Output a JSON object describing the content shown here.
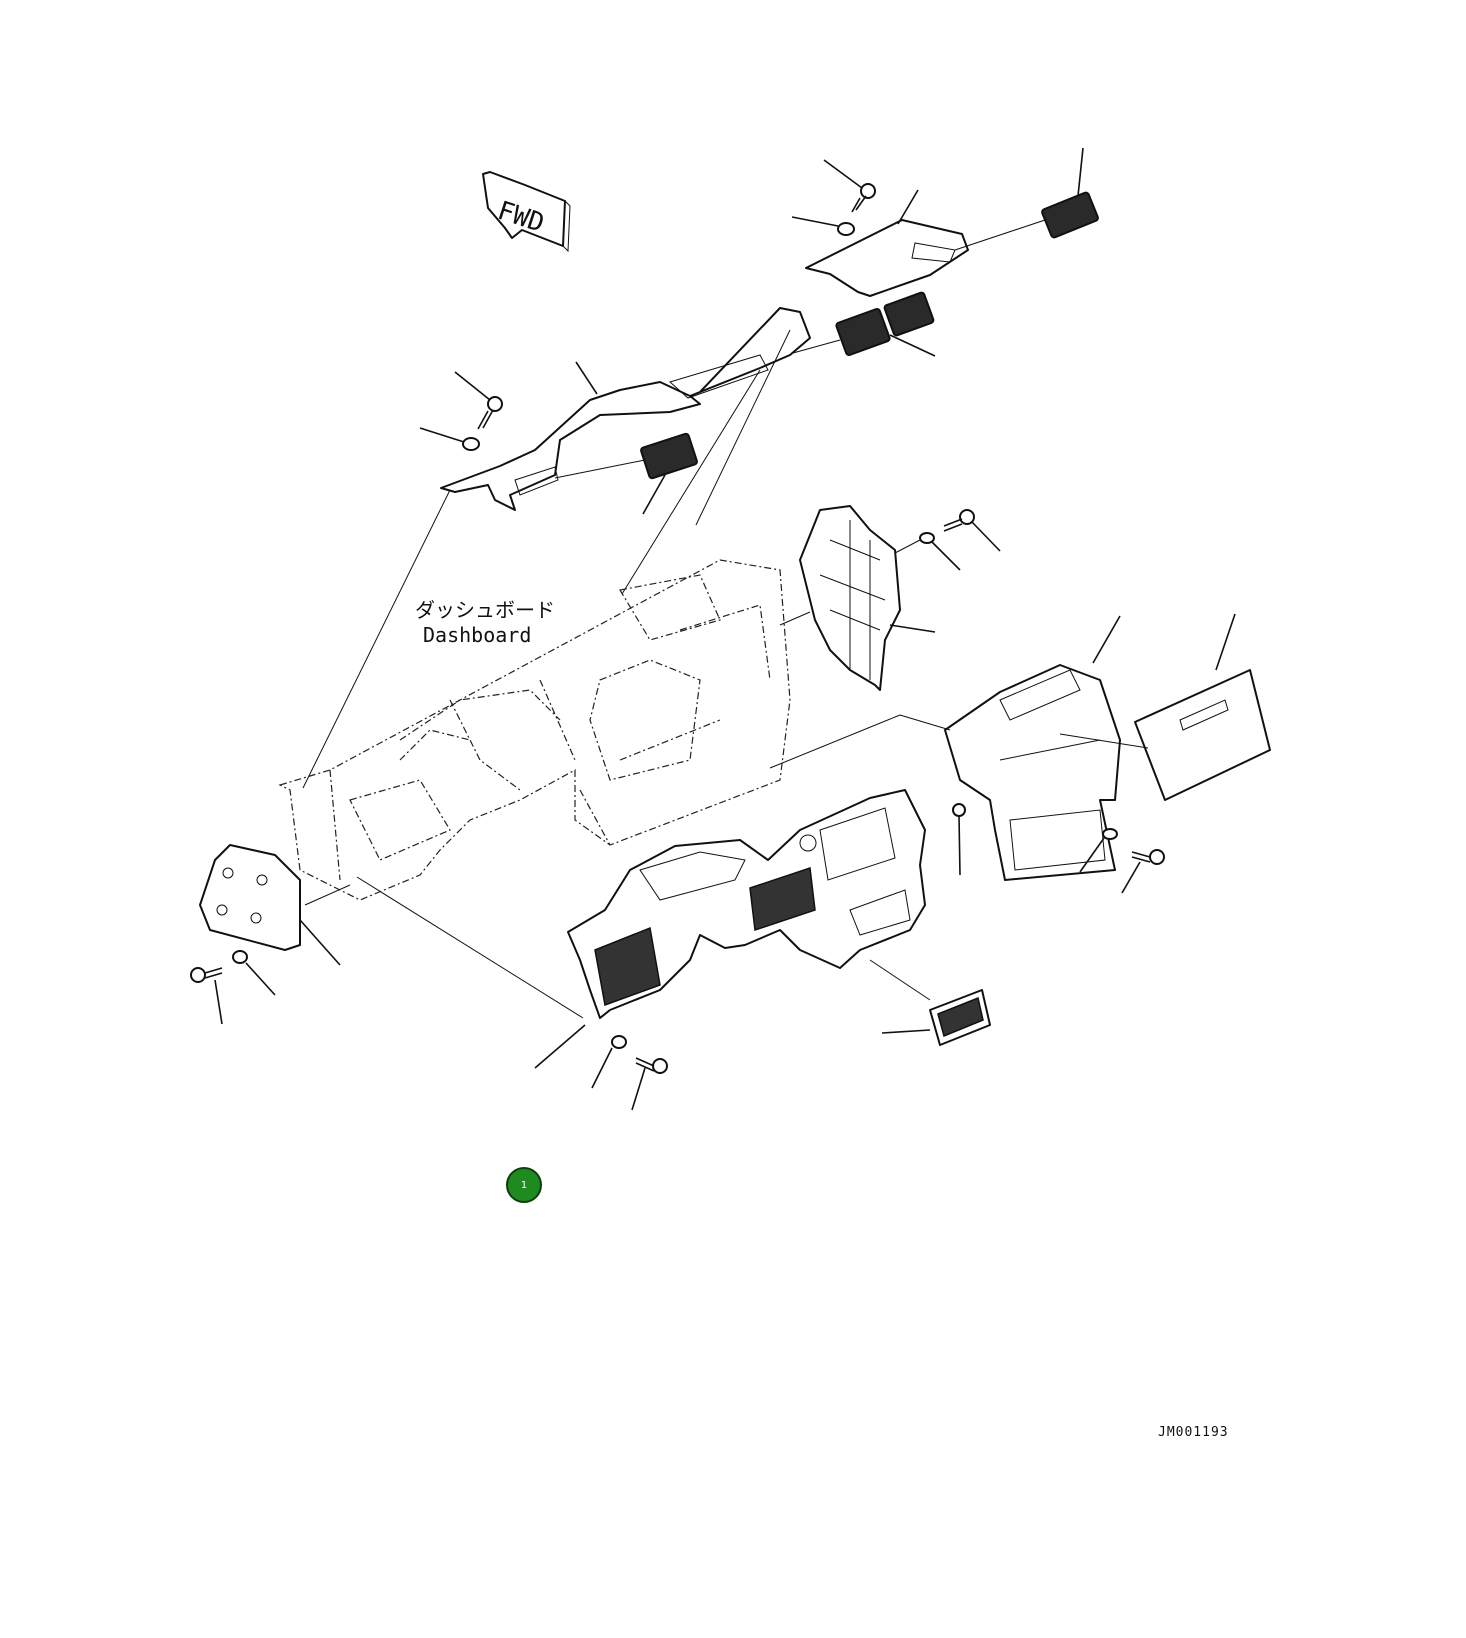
{
  "diagram": {
    "fwd_label": "FWD",
    "dashboard_label_jp": "ダッシュボード",
    "dashboard_label_en": "Dashboard",
    "callout_number": "1",
    "drawing_id": "JM001193",
    "callout_color": "#1f8a1f"
  }
}
